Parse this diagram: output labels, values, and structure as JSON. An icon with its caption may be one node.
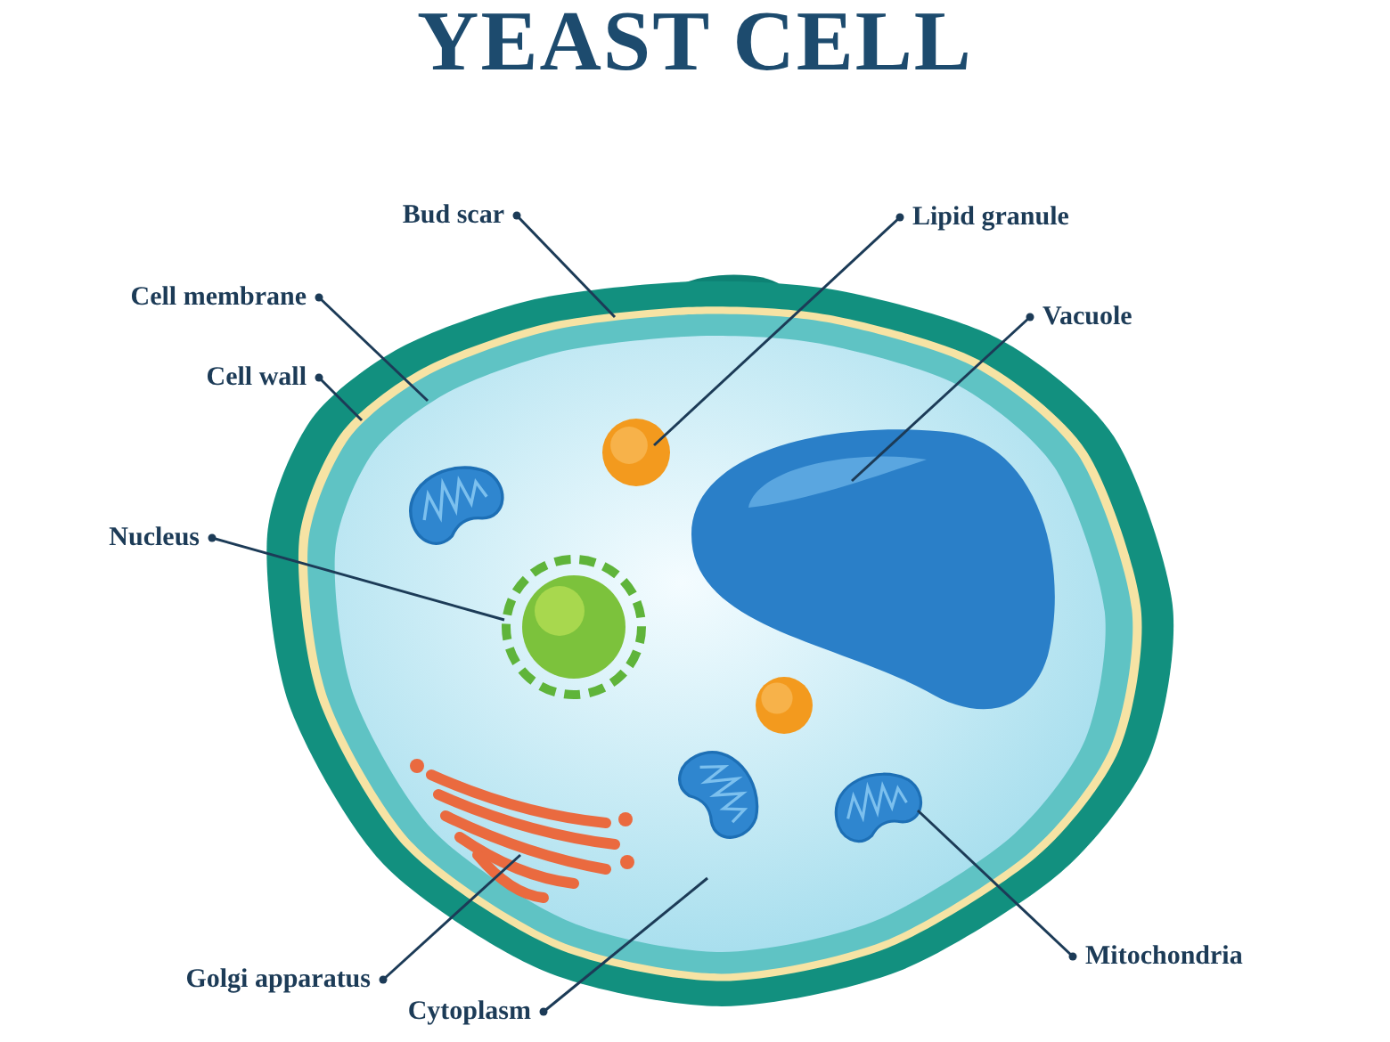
{
  "diagram": {
    "title": "YEAST CELL",
    "nodes": [
      {
        "text": [
          "Bud scar"
        ]
      },
      {
        "text": [
          "Lipid granule"
        ]
      },
      {
        "text": [
          "Cell membrane"
        ]
      },
      {
        "text": [
          "Vacuole"
        ]
      },
      {
        "text": [
          "Cell wall"
        ]
      },
      {
        "text": [
          "Nucleus"
        ]
      },
      {
        "text": [
          "Golgi apparatus"
        ]
      },
      {
        "text": [
          "Mitochondria"
        ]
      },
      {
        "text": [
          "Cytoplasm"
        ]
      }
    ],
    "edges": [
      {
        "from": 0,
        "to": null,
        "arrow": "other"
      },
      {
        "from": 1,
        "to": null,
        "arrow": "other"
      },
      {
        "from": 2,
        "to": null,
        "arrow": "other"
      },
      {
        "from": 3,
        "to": null,
        "arrow": "other"
      },
      {
        "from": 4,
        "to": null,
        "arrow": "other"
      },
      {
        "from": 5,
        "to": null,
        "arrow": "other"
      },
      {
        "from": 6,
        "to": null,
        "arrow": "other"
      },
      {
        "from": 7,
        "to": null,
        "arrow": "other"
      },
      {
        "from": 8,
        "to": null,
        "arrow": "other"
      }
    ]
  }
}
